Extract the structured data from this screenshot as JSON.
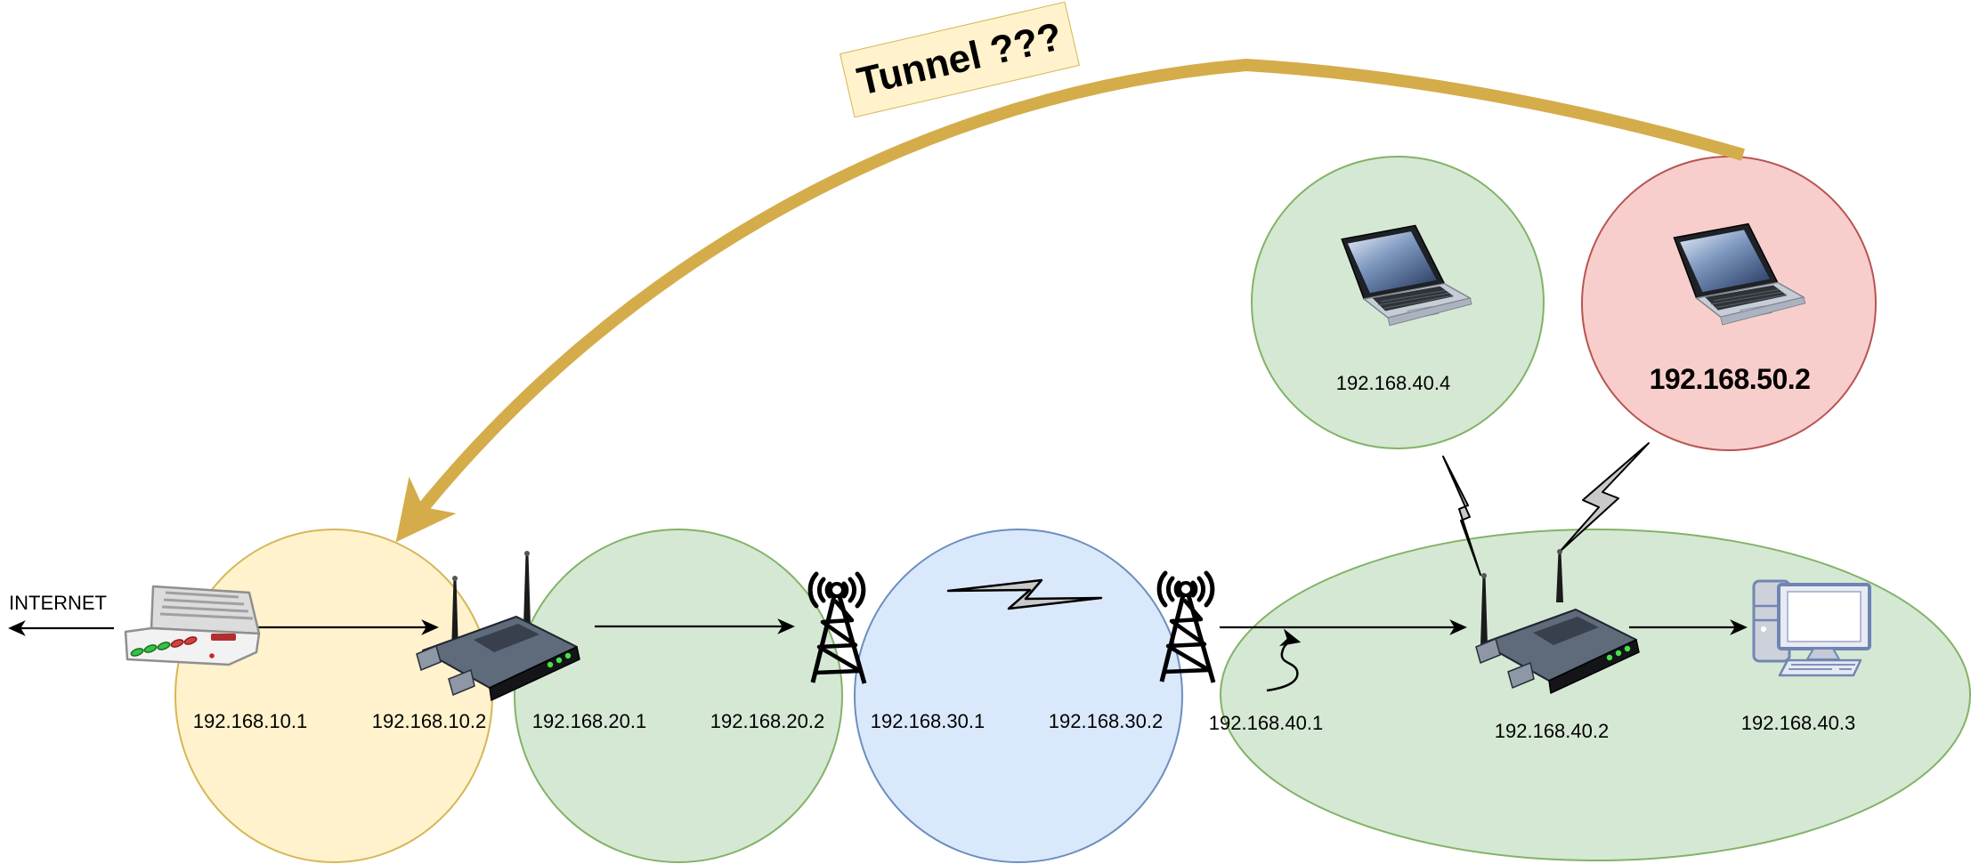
{
  "internet": {
    "label": "INTERNET"
  },
  "tunnel": {
    "label": "Tunnel ???",
    "color": "#D4AC4A",
    "box_fill": "#FFF2CC",
    "box_stroke": "#D6B656"
  },
  "zones": [
    {
      "name": "net-10",
      "fill": "#FFF2CC",
      "stroke": "#D6B656",
      "left_ip": "192.168.10.1",
      "right_ip": "192.168.10.2"
    },
    {
      "name": "net-20",
      "fill": "#D5E8D4",
      "stroke": "#82B366",
      "left_ip": "192.168.20.1",
      "right_ip": "192.168.20.2"
    },
    {
      "name": "net-30",
      "fill": "#DAE8FC",
      "stroke": "#6C8EBF",
      "left_ip": "192.168.30.1",
      "right_ip": "192.168.30.2"
    },
    {
      "name": "net-40",
      "fill": "#D5E8D4",
      "stroke": "#82B366",
      "gateway_ip": "192.168.40.1",
      "router_ip": "192.168.40.2",
      "pc_ip": "192.168.40.3"
    },
    {
      "name": "wifi-client-net-40",
      "fill": "#D5E8D4",
      "stroke": "#82B366",
      "ip": "192.168.40.4"
    },
    {
      "name": "wifi-client-net-50",
      "fill": "#F8CECC",
      "stroke": "#B85450",
      "ip": "192.168.50.2"
    }
  ],
  "icons": {
    "modem": "dsl-modem-icon",
    "router_net10": "wireless-router-icon",
    "router_net40": "wireless-router-icon",
    "tower_net20": "radio-tower-icon",
    "tower_net30": "radio-tower-icon",
    "laptop_net40": "laptop-icon",
    "laptop_net50": "laptop-icon",
    "desktop_net40": "desktop-computer-icon",
    "wireless_link": "lightning-bolt-icon",
    "tunnel_arrow": "curved-arrow-icon",
    "squiggle": "squiggle-arrow-icon"
  }
}
